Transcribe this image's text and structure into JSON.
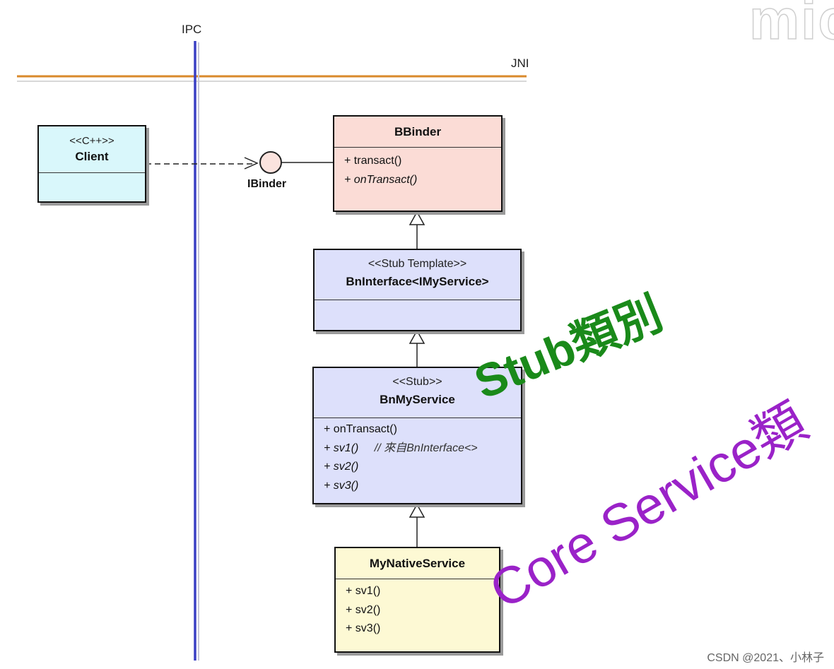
{
  "labels": {
    "ipc": "IPC",
    "jni": "JNI",
    "ibinder": "IBinder"
  },
  "client": {
    "stereotype": "<<C++>>",
    "name": "Client",
    "color": "#d9f7fb"
  },
  "bbinder": {
    "name": "BBinder",
    "ops": [
      "+ transact()",
      "+ onTransact()"
    ],
    "color": "#fbdcd6"
  },
  "bninterface": {
    "stereotype": "<<Stub Template>>",
    "name": "BnInterface<IMyService>",
    "color": "#dde0fb"
  },
  "bnmyservice": {
    "stereotype": "<<Stub>>",
    "name": "BnMyService",
    "ops": [
      "+ onTransact()",
      "+ sv1()",
      "+ sv2()",
      "+ sv3()"
    ],
    "comment": "// 來自BnInterface<>",
    "color": "#dde0fb"
  },
  "mynativeservice": {
    "name": "MyNativeService",
    "ops": [
      "+ sv1()",
      "+ sv2()",
      "+ sv3()"
    ],
    "color": "#fdf9d4"
  },
  "watermarks": {
    "stub": "Stub類別",
    "core": "Core Service類"
  },
  "footer": "CSDN @2021、小林子",
  "logo": "mic"
}
